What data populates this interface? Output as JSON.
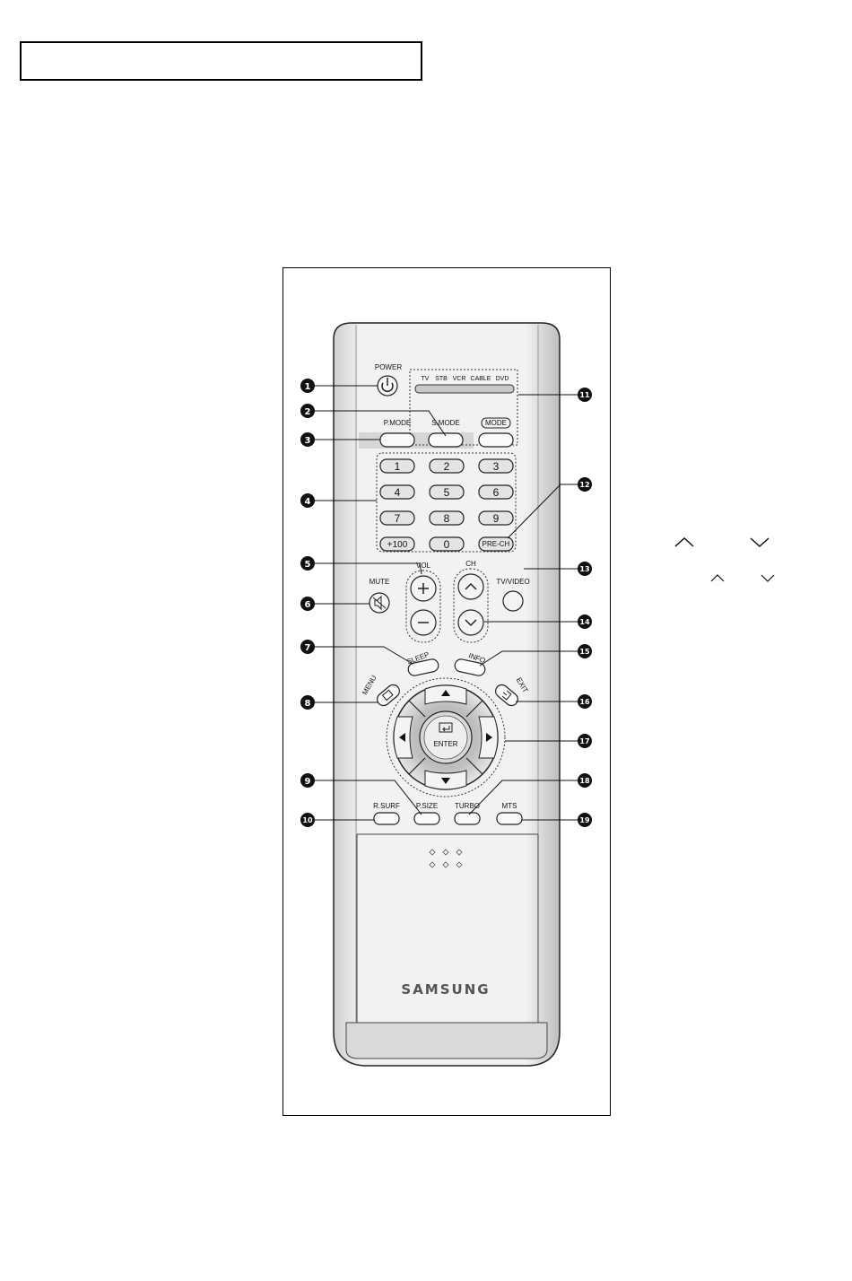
{
  "buttons": {
    "power": "POWER",
    "modes": [
      "TV",
      "STB",
      "VCR",
      "CABLE",
      "DVD"
    ],
    "pmode": "P.MODE",
    "smode": "S.MODE",
    "mode": "MODE",
    "digits": [
      "1",
      "2",
      "3",
      "4",
      "5",
      "6",
      "7",
      "8",
      "9",
      "+100",
      "0"
    ],
    "prech": "PRE-CH",
    "vol": "VOL",
    "ch": "CH",
    "tvvideo": "TV/VIDEO",
    "mute": "MUTE",
    "sleep": "SLEEP",
    "info": "INFO",
    "menu": "MENU",
    "exit": "EXIT",
    "enter": "ENTER",
    "rsurf": "R.SURF",
    "psize": "P.SIZE",
    "turbo": "TURBO",
    "mts": "MTS"
  },
  "brand": "SAMSUNG",
  "callouts": [
    "1",
    "2",
    "3",
    "4",
    "5",
    "6",
    "7",
    "8",
    "9",
    "10",
    "11",
    "12",
    "13",
    "14",
    "15",
    "16",
    "17",
    "18",
    "19"
  ],
  "icons": [
    "power-icon",
    "mute-icon",
    "menu-icon",
    "exit-icon",
    "enter-icon",
    "chevron-up-icon",
    "chevron-down-icon"
  ]
}
